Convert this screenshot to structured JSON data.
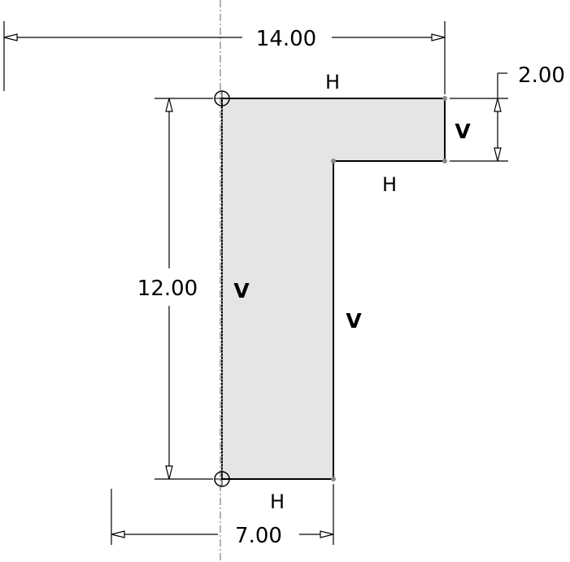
{
  "sketch": {
    "dimensions": {
      "top_width": "14.00",
      "flange_thickness": "2.00",
      "height": "12.00",
      "bottom_width": "7.00"
    },
    "constraints": {
      "top_edge": "H",
      "flange_vertical": "V",
      "flange_bottom_edge": "H",
      "left_edge": "V",
      "inner_vertical": "V",
      "bottom_edge": "H"
    }
  }
}
